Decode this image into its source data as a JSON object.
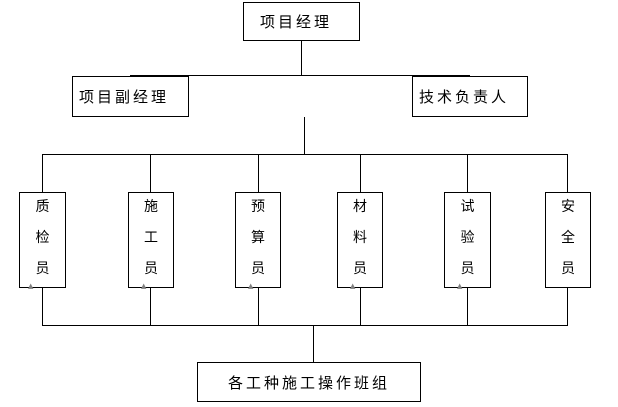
{
  "org_chart": {
    "top": {
      "label": "项目经理"
    },
    "deputy": {
      "label": "项目副经理"
    },
    "technical": {
      "label": "技术负责人"
    },
    "staff": [
      {
        "label": "质检员",
        "chars": [
          "质",
          "检",
          "员"
        ]
      },
      {
        "label": "施工员",
        "chars": [
          "施",
          "工",
          "员"
        ]
      },
      {
        "label": "预算员",
        "chars": [
          "预",
          "算",
          "员"
        ]
      },
      {
        "label": "材料员",
        "chars": [
          "材",
          "料",
          "员"
        ]
      },
      {
        "label": "试验员",
        "chars": [
          "试",
          "验",
          "员"
        ]
      },
      {
        "label": "安全员",
        "chars": [
          "安",
          "全",
          "员"
        ]
      }
    ],
    "bottom": {
      "label": "各工种施工操作班组"
    },
    "colors": {
      "line": "#000000",
      "box_border": "#000000",
      "mark": "#808080"
    }
  }
}
